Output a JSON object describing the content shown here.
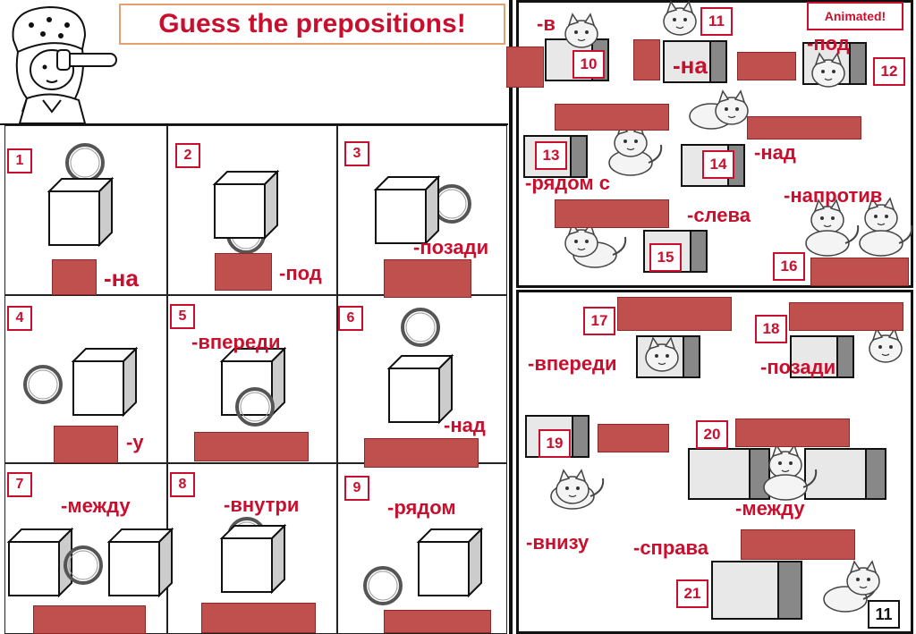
{
  "title": "Guess the prepositions!",
  "animated_label": "Animated!",
  "page_number": "11",
  "left_grid": [
    {
      "num": "1",
      "word": "-на"
    },
    {
      "num": "2",
      "word": "-под"
    },
    {
      "num": "3",
      "word": "-позади"
    },
    {
      "num": "4",
      "word": "-у"
    },
    {
      "num": "5",
      "word": "-впереди"
    },
    {
      "num": "6",
      "word": "-над"
    },
    {
      "num": "7",
      "word": "-между"
    },
    {
      "num": "8",
      "word": "-внутри"
    },
    {
      "num": "9",
      "word": "-рядом"
    }
  ],
  "top_panel": [
    {
      "num": "10",
      "word": "-в"
    },
    {
      "num": "11",
      "word": "-на"
    },
    {
      "num": "12",
      "word": "-под"
    },
    {
      "num": "13",
      "word": "-рядом с"
    },
    {
      "num": "14",
      "word": "-над"
    },
    {
      "num": "15",
      "word": "-слева"
    },
    {
      "num": "16",
      "word": "-напротив"
    }
  ],
  "bottom_panel": [
    {
      "num": "17",
      "word": "-впереди"
    },
    {
      "num": "18",
      "word": "-позади"
    },
    {
      "num": "19",
      "word": "-внизу"
    },
    {
      "num": "20",
      "word": "-между"
    },
    {
      "num": "21",
      "word": "-справа"
    }
  ],
  "colors": {
    "accent": "#c8102e",
    "slot": "#c0504d"
  }
}
